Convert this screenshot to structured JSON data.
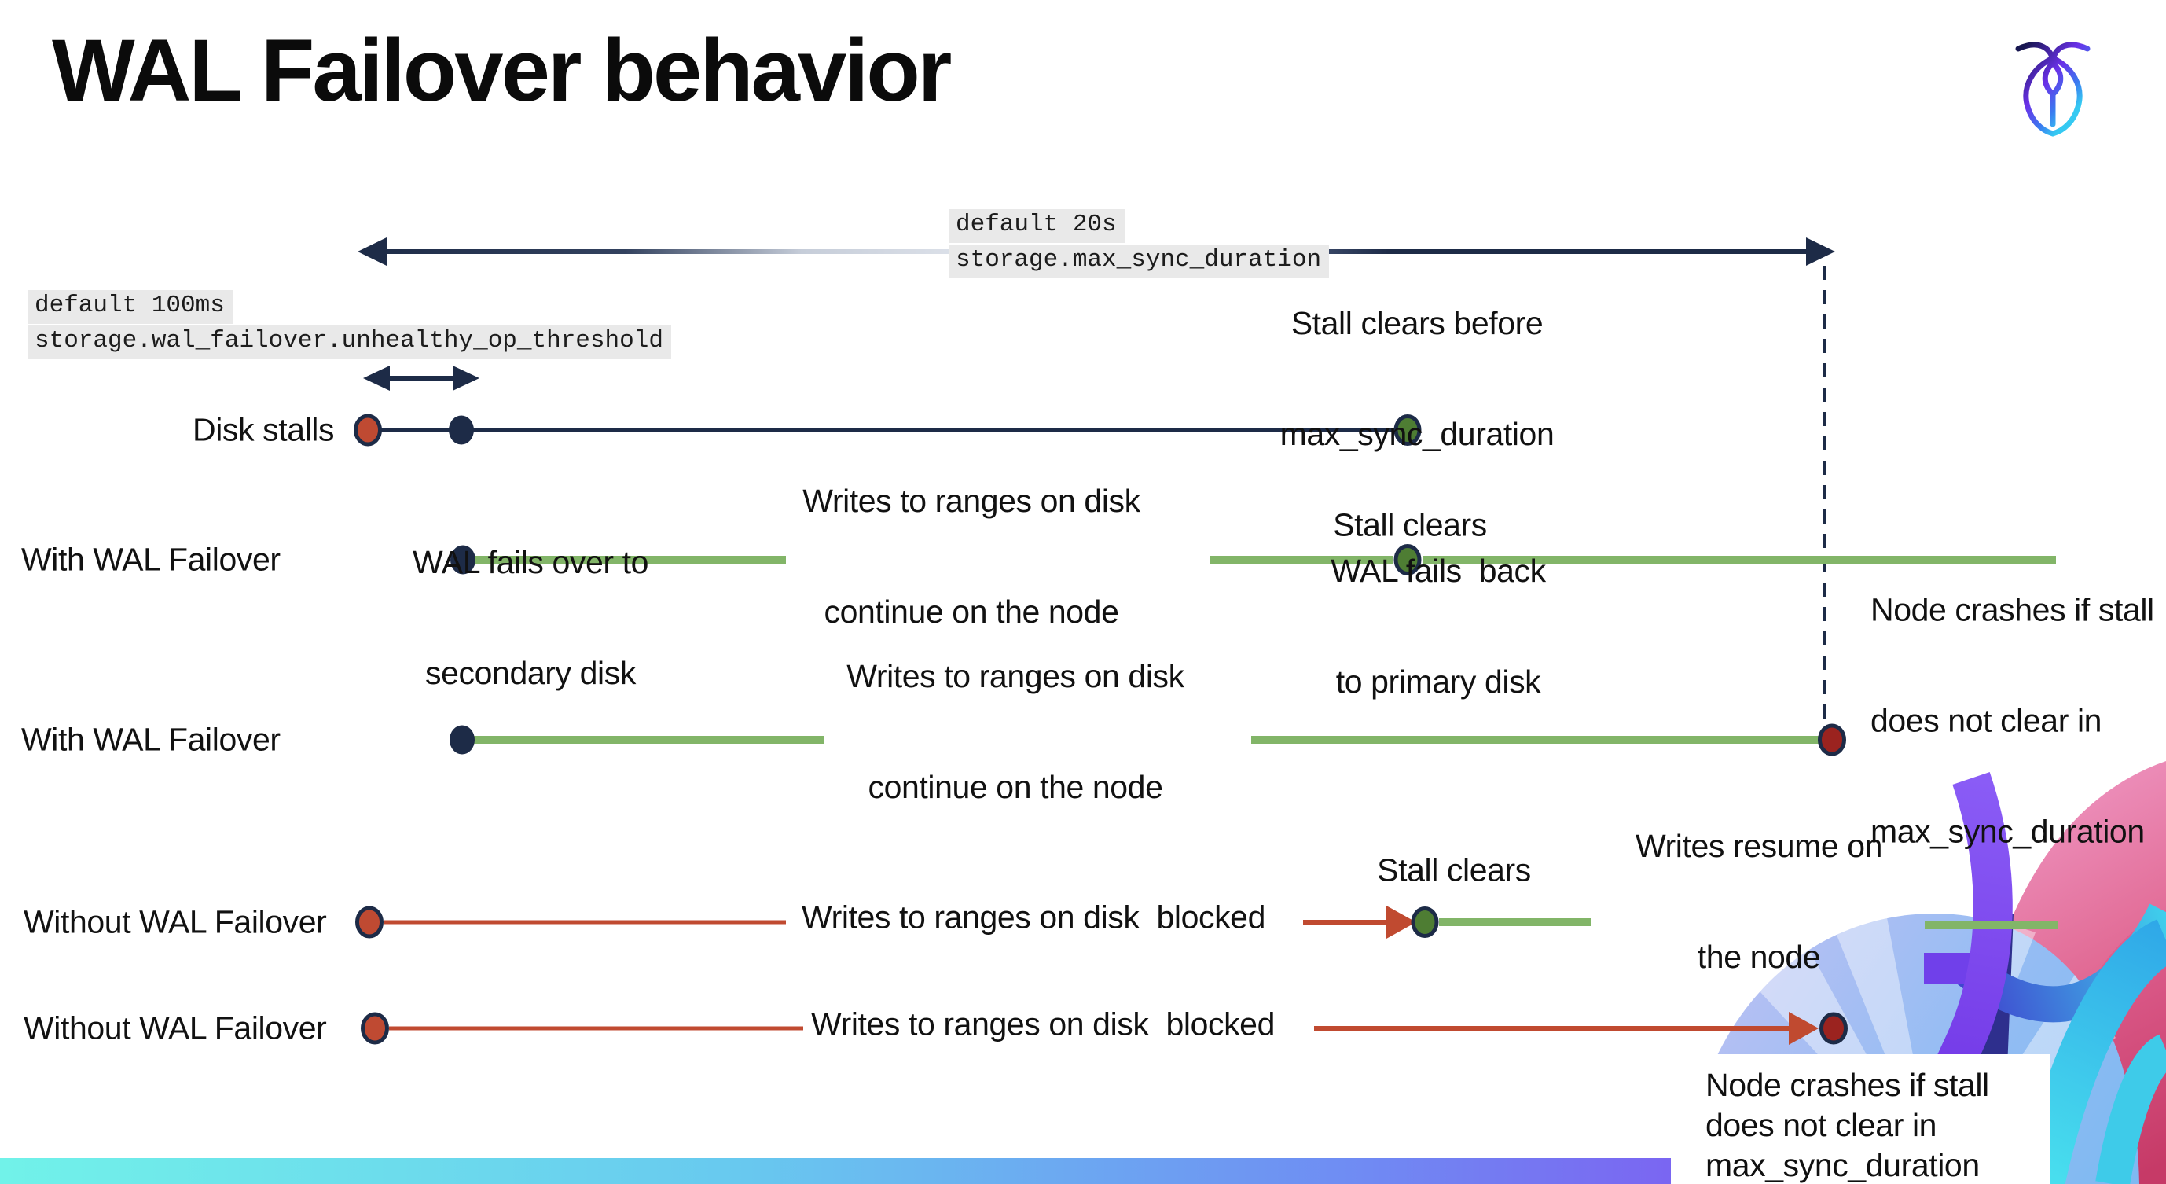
{
  "title": "WAL Failover behavior",
  "brand": {
    "logo_name": "cockroachdb-logo"
  },
  "params": {
    "max_sync": {
      "default_line": "default 20s",
      "setting_line": "storage.max_sync_duration"
    },
    "unhealthy_op": {
      "default_line": "default 100ms",
      "setting_line": "storage.wal_failover.unhealthy_op_threshold"
    }
  },
  "rows": [
    {
      "label": "Disk stalls",
      "end_note": {
        "line1": "Stall clears before",
        "line2": "max_sync_duration"
      }
    },
    {
      "label": "With WAL Failover",
      "start_note": {
        "line1": "WAL fails over to",
        "line2": "secondary disk"
      },
      "mid_note": {
        "line1": "Writes to ranges on disk",
        "line2": "continue on the node"
      },
      "event_label": "Stall clears",
      "event_note": {
        "line1": "WAL fails  back",
        "line2": "to primary disk"
      }
    },
    {
      "label": "With WAL Failover",
      "mid_note": {
        "line1": "Writes to ranges on disk",
        "line2": "continue on the node"
      },
      "end_note": {
        "line1": "Node crashes if stall",
        "line2": "does not clear in",
        "line3": "max_sync_duration"
      }
    },
    {
      "label": "Without WAL Failover",
      "mid_note": {
        "line1": "Writes to ranges on disk  blocked"
      },
      "event_label": "Stall clears",
      "resume_note": {
        "line1": "Writes resume on",
        "line2": "the node"
      }
    },
    {
      "label": "Without WAL Failover",
      "mid_note": {
        "line1": "Writes to ranges on disk  blocked"
      },
      "end_note": {
        "line1": "Node crashes if stall",
        "line2": "does not clear in",
        "line3": "max_sync_duration"
      }
    }
  ],
  "colors": {
    "navy": "#1d2b47",
    "brick_red": "#bf4a32",
    "red_line": "#c04a30",
    "dark_red": "#9b231f",
    "green_line": "#82b568",
    "green_dot": "#4e7d33",
    "label_highlight": "#e9e9e9",
    "bar_gradient_left": "#71f2e9",
    "bar_gradient_right": "#8f41f0"
  }
}
